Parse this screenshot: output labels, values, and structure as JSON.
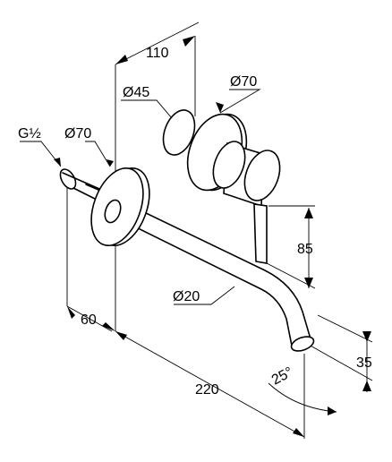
{
  "dimensions": {
    "width_top": "110",
    "dia_knob_small": "Ø45",
    "dia_rosette_right": "Ø70",
    "thread": "G½",
    "dia_rosette_left": "Ø70",
    "lever_height": "85",
    "dia_spout": "Ø20",
    "offset_left": "60",
    "spout_drop": "35",
    "spout_length": "220",
    "spout_angle": "25°"
  }
}
